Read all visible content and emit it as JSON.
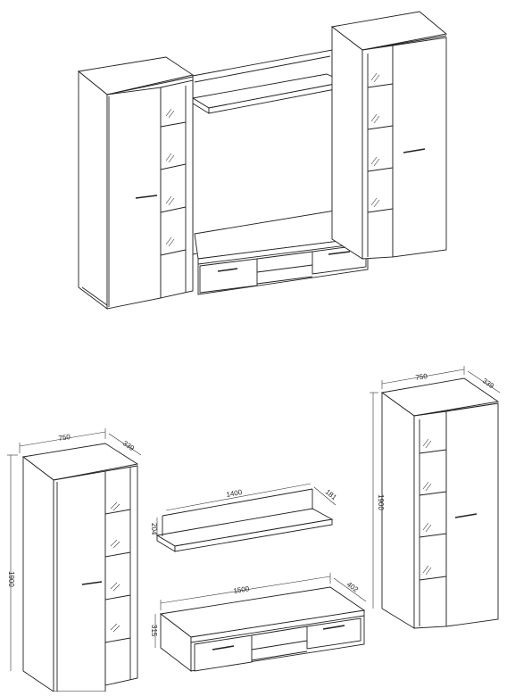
{
  "dimensions": {
    "left_cabinet_width": "750",
    "left_cabinet_depth": "339",
    "left_cabinet_height": "1900",
    "shelf_width": "1400",
    "shelf_depth": "181",
    "shelf_height": "204",
    "tv_stand_width": "1500",
    "tv_stand_depth": "402",
    "tv_stand_height": "315",
    "right_cabinet_width": "750",
    "right_cabinet_depth": "339",
    "right_cabinet_height": "1900"
  }
}
